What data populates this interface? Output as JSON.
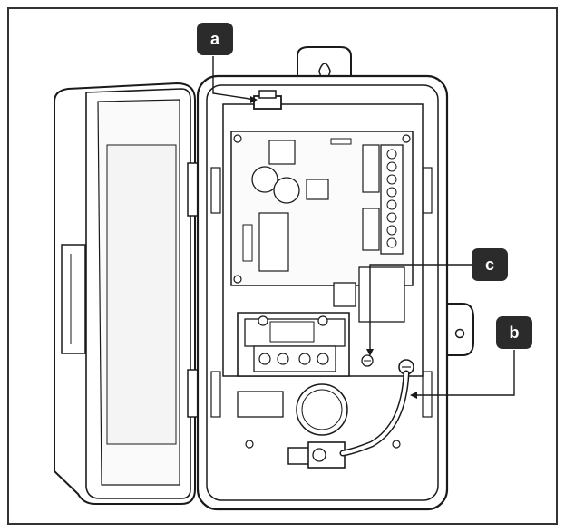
{
  "callouts": [
    {
      "id": "a",
      "label": "a"
    },
    {
      "id": "b",
      "label": "b"
    },
    {
      "id": "c",
      "label": "c"
    }
  ],
  "colors": {
    "outline": "#1a1a1a",
    "callout_fill": "#2b2b2b",
    "callout_text": "#ffffff",
    "background": "#ffffff",
    "frame": "#333333"
  }
}
